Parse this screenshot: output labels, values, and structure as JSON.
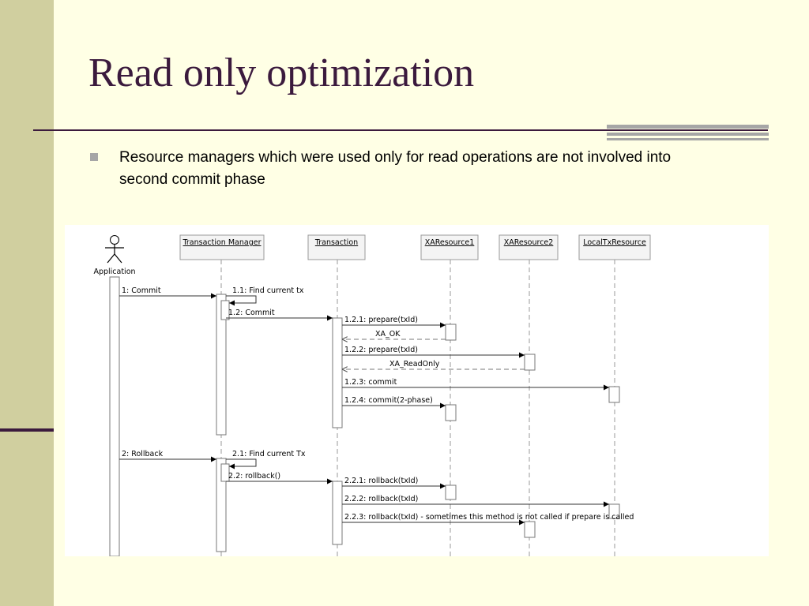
{
  "slide": {
    "title": "Read only optimization",
    "bullet": "Resource managers which were used only for read operations are not involved into second commit phase"
  },
  "diagram": {
    "actor": "Application",
    "lifelines": [
      "Transaction Manager",
      "Transaction",
      "XAResource1",
      "XAResource2",
      "LocalTxResource"
    ],
    "messages": {
      "m1": "1: Commit",
      "m11": "1.1: Find current tx",
      "m12": "1.2: Commit",
      "m121": "1.2.1: prepare(txId)",
      "r121": "XA_OK",
      "m122": "1.2.2: prepare(txId)",
      "r122": "XA_ReadOnly",
      "m123": "1.2.3: commit",
      "m124": "1.2.4: commit(2-phase)",
      "m2": "2: Rollback",
      "m21": "2.1: Find current Tx",
      "m22": "2.2: rollback()",
      "m221": "2.2.1: rollback(txId)",
      "m222": "2.2.2: rollback(txId)",
      "m223": "2.2.3: rollback(txId) - sometimes this method is not called if prepare is called"
    }
  },
  "colors": {
    "background": "#ffffe5",
    "sidebar": "#d0cf9f",
    "title": "#3b1a3d",
    "accent_bars": "#a6a6a6"
  }
}
